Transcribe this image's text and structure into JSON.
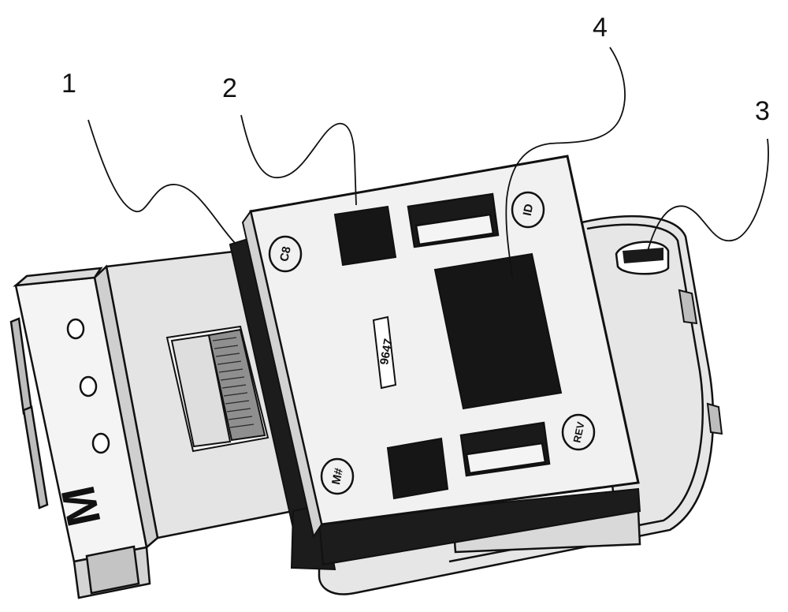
{
  "reference_numerals": [
    "1",
    "2",
    "3",
    "4"
  ],
  "markings": {
    "c8": "C8",
    "id": "ID",
    "rev": "REV",
    "mh": "M#",
    "code": "9647",
    "logo": "M"
  },
  "colors": {
    "line": "#111111",
    "plate": "#f1f1f1",
    "dark_band": "#1c1c1c",
    "black_pad": "#161616",
    "shadow": "#cfcfcf"
  }
}
